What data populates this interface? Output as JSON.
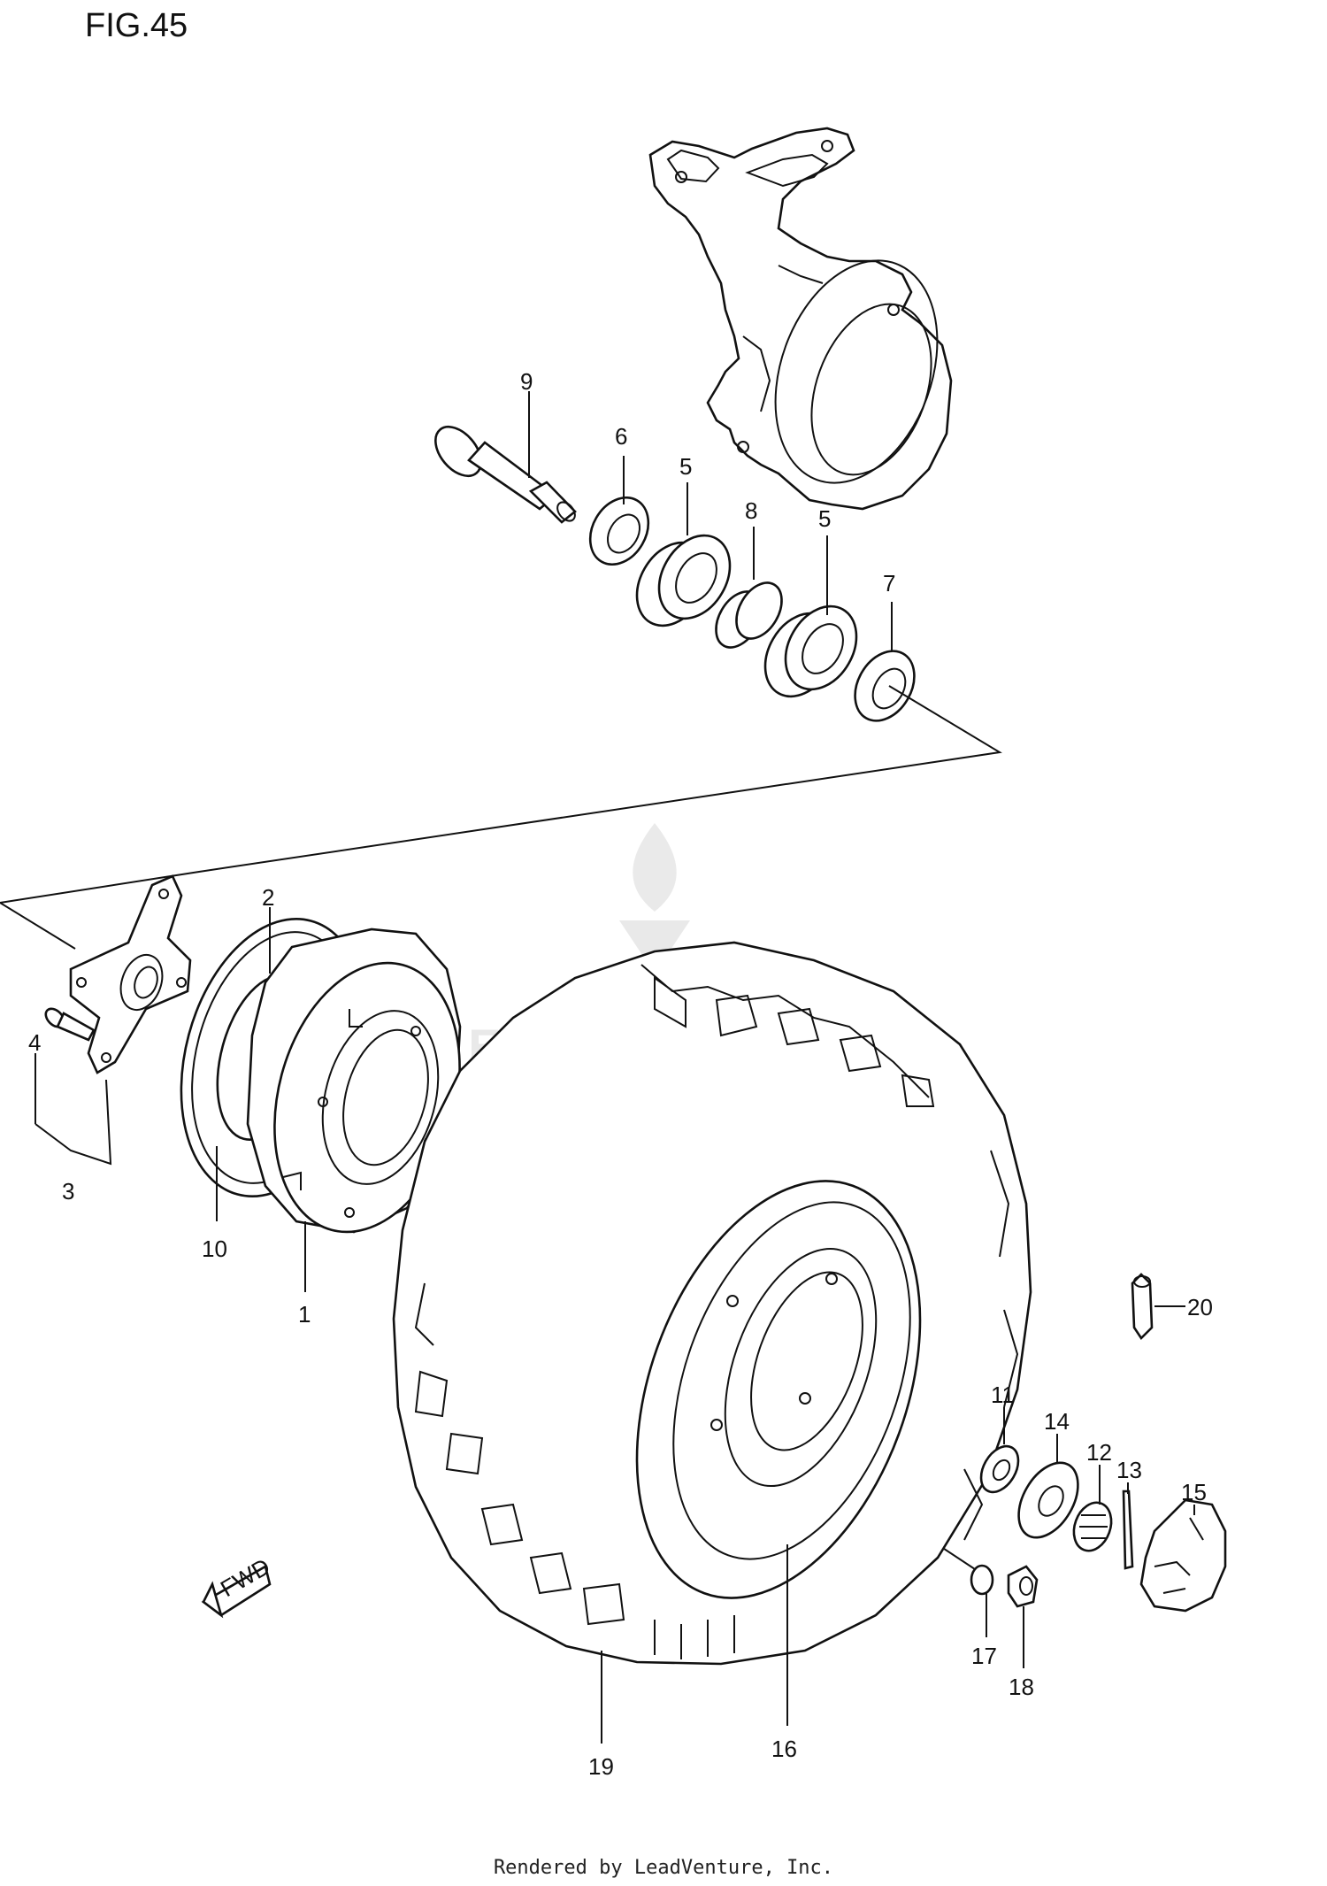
{
  "figure": {
    "title": "FIG.45"
  },
  "watermark": {
    "text": "LEADVENTURE"
  },
  "footer": {
    "text": "Rendered by LeadVenture, Inc."
  },
  "fwd_label": "FWD",
  "callouts": [
    {
      "id": "c9",
      "text": "9"
    },
    {
      "id": "c6",
      "text": "6"
    },
    {
      "id": "c5a",
      "text": "5"
    },
    {
      "id": "c8",
      "text": "8"
    },
    {
      "id": "c5b",
      "text": "5"
    },
    {
      "id": "c7",
      "text": "7"
    },
    {
      "id": "c2",
      "text": "2"
    },
    {
      "id": "c4",
      "text": "4"
    },
    {
      "id": "c3",
      "text": "3"
    },
    {
      "id": "c10",
      "text": "10"
    },
    {
      "id": "c1",
      "text": "1"
    },
    {
      "id": "c20",
      "text": "20"
    },
    {
      "id": "c11",
      "text": "11"
    },
    {
      "id": "c14",
      "text": "14"
    },
    {
      "id": "c12",
      "text": "12"
    },
    {
      "id": "c13",
      "text": "13"
    },
    {
      "id": "c15",
      "text": "15"
    },
    {
      "id": "c17",
      "text": "17"
    },
    {
      "id": "c18",
      "text": "18"
    },
    {
      "id": "c16",
      "text": "16"
    },
    {
      "id": "c19",
      "text": "19"
    }
  ]
}
